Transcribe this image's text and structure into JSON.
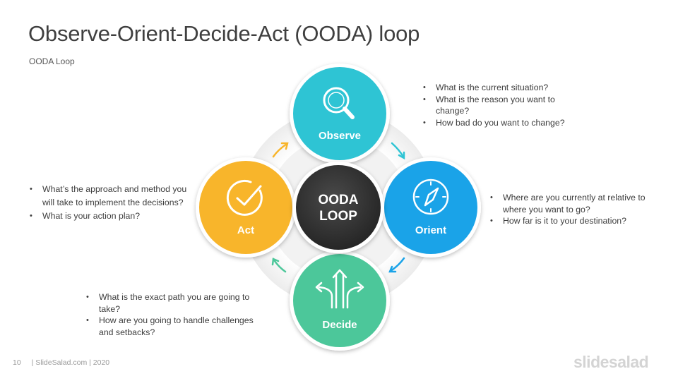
{
  "header": {
    "title": "Observe-Orient-Decide-Act (OODA) loop",
    "subtitle": "OODA Loop"
  },
  "center": {
    "line1": "OODA",
    "line2": "LOOP"
  },
  "stages": {
    "observe": {
      "label": "Observe",
      "color": "#2ec4d4",
      "icon": "magnifier-icon"
    },
    "orient": {
      "label": "Orient",
      "color": "#1aa3e8",
      "icon": "compass-icon"
    },
    "decide": {
      "label": "Decide",
      "color": "#4cc79a",
      "icon": "split-arrows-icon"
    },
    "act": {
      "label": "Act",
      "color": "#f8b52b",
      "icon": "check-circle-icon"
    }
  },
  "notes": {
    "observe": [
      "What is the current  situation?",
      "What is the reason you want to change?",
      "How bad do you want to change?"
    ],
    "orient": [
      "Where are you currently at relative to where you want to go?",
      "How far is it to your destination?"
    ],
    "act": [
      "What’s the approach  and method you will take to implement  the decisions?",
      "What is your action plan?"
    ],
    "decide": [
      "What is the exact path you are going to take?",
      "How are you going to handle challenges  and setbacks?"
    ]
  },
  "footer": {
    "page": "10",
    "text": "| SlideSalad.com | 2020",
    "brand": "slidesalad"
  }
}
